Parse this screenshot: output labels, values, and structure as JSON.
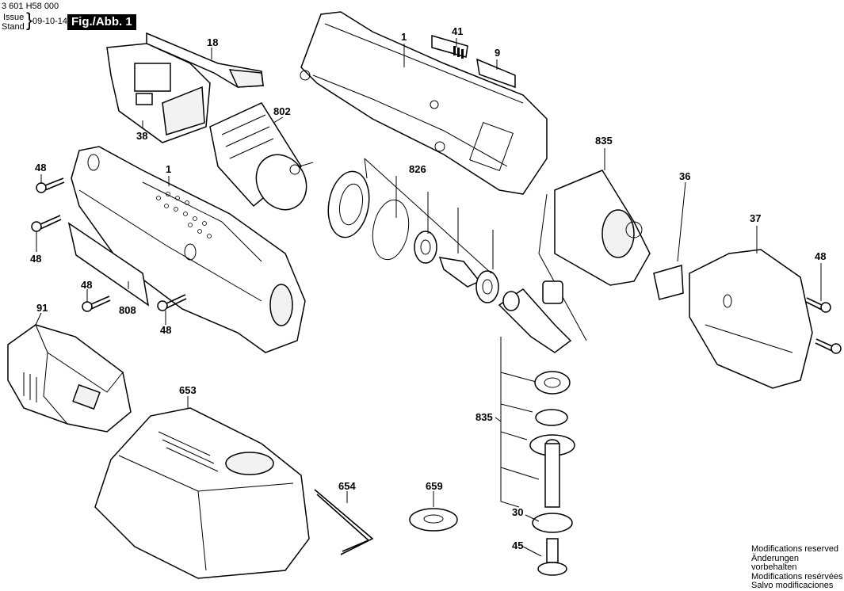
{
  "header": {
    "part_number": "3 601 H58 000",
    "issue_label": "Issue",
    "stand_label": "Stand",
    "issue_date": "09-10-14",
    "figure_label": "Fig./Abb. 1"
  },
  "callouts": [
    {
      "id": "lbl-18",
      "text": "18"
    },
    {
      "id": "lbl-1-top",
      "text": "1"
    },
    {
      "id": "lbl-41",
      "text": "41"
    },
    {
      "id": "lbl-9",
      "text": "9"
    },
    {
      "id": "lbl-802",
      "text": "802"
    },
    {
      "id": "lbl-38",
      "text": "38"
    },
    {
      "id": "lbl-835-top",
      "text": "835"
    },
    {
      "id": "lbl-1-left",
      "text": "1"
    },
    {
      "id": "lbl-826",
      "text": "826"
    },
    {
      "id": "lbl-36",
      "text": "36"
    },
    {
      "id": "lbl-48-a",
      "text": "48"
    },
    {
      "id": "lbl-48-b",
      "text": "48"
    },
    {
      "id": "lbl-37",
      "text": "37"
    },
    {
      "id": "lbl-48-c",
      "text": "48"
    },
    {
      "id": "lbl-48-d",
      "text": "48"
    },
    {
      "id": "lbl-808",
      "text": "808"
    },
    {
      "id": "lbl-48-e",
      "text": "48"
    },
    {
      "id": "lbl-91",
      "text": "91"
    },
    {
      "id": "lbl-653",
      "text": "653"
    },
    {
      "id": "lbl-835-bottom",
      "text": "835"
    },
    {
      "id": "lbl-654",
      "text": "654"
    },
    {
      "id": "lbl-659",
      "text": "659"
    },
    {
      "id": "lbl-30",
      "text": "30"
    },
    {
      "id": "lbl-45",
      "text": "45"
    }
  ],
  "footer": {
    "notes": [
      "Modifications reserved",
      "Änderungen vorbehalten",
      "Modifications resérvées",
      "Salvo modificaciones"
    ]
  }
}
